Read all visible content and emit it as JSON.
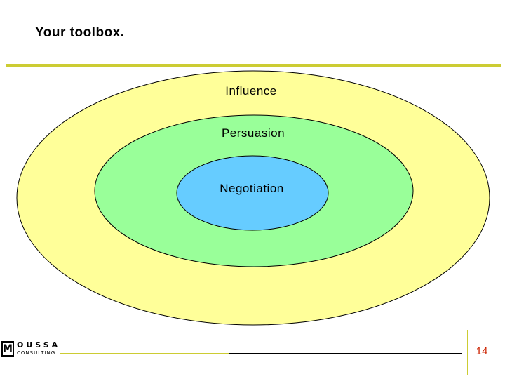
{
  "slide": {
    "title": "Your toolbox.",
    "page_number": "14"
  },
  "diagram": {
    "rings": [
      {
        "label": "Influence",
        "fill": "#ffff99"
      },
      {
        "label": "Persuasion",
        "fill": "#99ff99"
      },
      {
        "label": "Negotiation",
        "fill": "#66ccff"
      }
    ]
  },
  "logo": {
    "letter": "M",
    "name": "OUSSA",
    "tagline": "CONSULTING"
  },
  "colors": {
    "accent_rule": "#cccc33",
    "page_number": "#cc2200"
  }
}
